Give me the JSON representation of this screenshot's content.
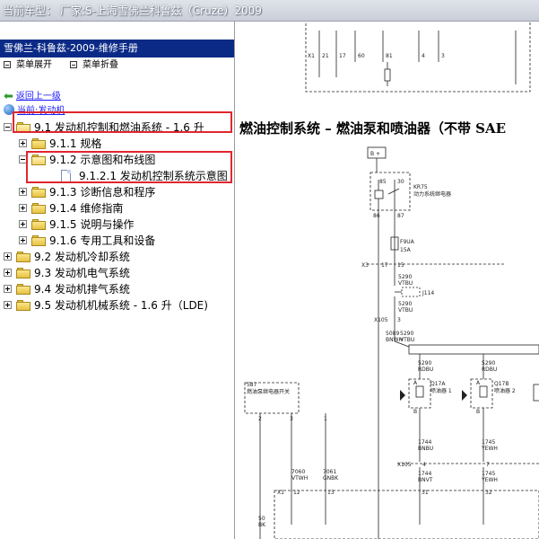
{
  "titlebar": {
    "text": "当前车型： 厂家:S-上海雪佛兰科鲁兹（Cruze）2009"
  },
  "panel": {
    "title": "雪佛兰-科鲁兹-2009-维修手册",
    "expand_label": "菜单展开",
    "collapse_label": "菜单折叠",
    "back_label": "返回上一级",
    "current_label": "当前:发动机"
  },
  "tree": [
    {
      "id": "n91",
      "label": "9.1 发动机控制和燃油系统 - 1.6 升",
      "level": 0,
      "pm": "minus",
      "icon": "folder-open"
    },
    {
      "id": "n911",
      "label": "9.1.1 规格",
      "level": 1,
      "pm": "plus",
      "icon": "folder"
    },
    {
      "id": "n912",
      "label": "9.1.2 示意图和布线图",
      "level": 1,
      "pm": "minus",
      "icon": "folder-open"
    },
    {
      "id": "n9121",
      "label": "9.1.2.1 发动机控制系统示意图",
      "level": 2,
      "pm": "",
      "icon": "doc"
    },
    {
      "id": "n913",
      "label": "9.1.3 诊断信息和程序",
      "level": 1,
      "pm": "plus",
      "icon": "folder"
    },
    {
      "id": "n914",
      "label": "9.1.4 维修指南",
      "level": 1,
      "pm": "plus",
      "icon": "folder"
    },
    {
      "id": "n915",
      "label": "9.1.5 说明与操作",
      "level": 1,
      "pm": "plus",
      "icon": "folder"
    },
    {
      "id": "n916",
      "label": "9.1.6 专用工具和设备",
      "level": 1,
      "pm": "plus",
      "icon": "folder"
    },
    {
      "id": "n92",
      "label": "9.2 发动机冷却系统",
      "level": 0,
      "pm": "plus",
      "icon": "folder"
    },
    {
      "id": "n93",
      "label": "9.3 发动机电气系统",
      "level": 0,
      "pm": "plus",
      "icon": "folder"
    },
    {
      "id": "n94",
      "label": "9.4 发动机排气系统",
      "level": 0,
      "pm": "plus",
      "icon": "folder"
    },
    {
      "id": "n95",
      "label": "9.5 发动机机械系统 - 1.6 升（LDE)",
      "level": 0,
      "pm": "plus",
      "icon": "folder"
    }
  ],
  "doc": {
    "title": "燃油控制系统 – 燃油泵和喷油器（不带 SAE",
    "labels": {
      "x1_top": "X1",
      "c21": "21",
      "c17": "17",
      "c60": "60",
      "c81": "81",
      "c4": "4",
      "c3": "3",
      "bplus": "B +",
      "c85": "85",
      "c30": "30",
      "kr75": "KR75",
      "relay_name": "动力系统继电器",
      "c86": "86",
      "c87": "87",
      "f9ua": "F9UA",
      "f15a": "15A",
      "x3": "X3",
      "c17b": "17",
      "c15": "15",
      "w5290a": "5290",
      "vtbu_a": "VTBU",
      "j114": "J114",
      "w5290b": "5290",
      "vtbu_b": "VTBU",
      "x105a": "X105",
      "c3b": "3",
      "w5089": "5089",
      "bnwh": "BNWH",
      "w5290c": "5290",
      "vtbu_c": "VTBU",
      "w5290d": "5290",
      "rdbu_d": "RDBU",
      "w5290e": "5290",
      "rdbu_e": "RDBU",
      "q17a": "Q17A",
      "inj1": "喷油器 1",
      "q17b": "Q17B",
      "inj2": "喷油器 2",
      "ca": "A",
      "cb": "B",
      "ca2": "A",
      "cb2": "B",
      "s87": "S87",
      "sw_name": "燃油泵继电器开关",
      "c2": "2",
      "c3c": "3",
      "c1": "1",
      "w1744a": "1744",
      "bnbu": "BNBU",
      "w1745a": "1745",
      "yewh": "YEWH",
      "x105b": "X105",
      "c4b": "4",
      "c7": "7",
      "w1744b": "1744",
      "bnvt": "BNVT",
      "w1745b": "1745",
      "yewh2": "YEWH",
      "w7060": "7060",
      "vtwh": "VTWH",
      "w7061": "7061",
      "gnbk": "GNBK",
      "x1_bot": "X1",
      "c12": "12",
      "c13": "13",
      "c31": "31",
      "c32": "32",
      "w50": "50",
      "bk": "BK"
    }
  }
}
